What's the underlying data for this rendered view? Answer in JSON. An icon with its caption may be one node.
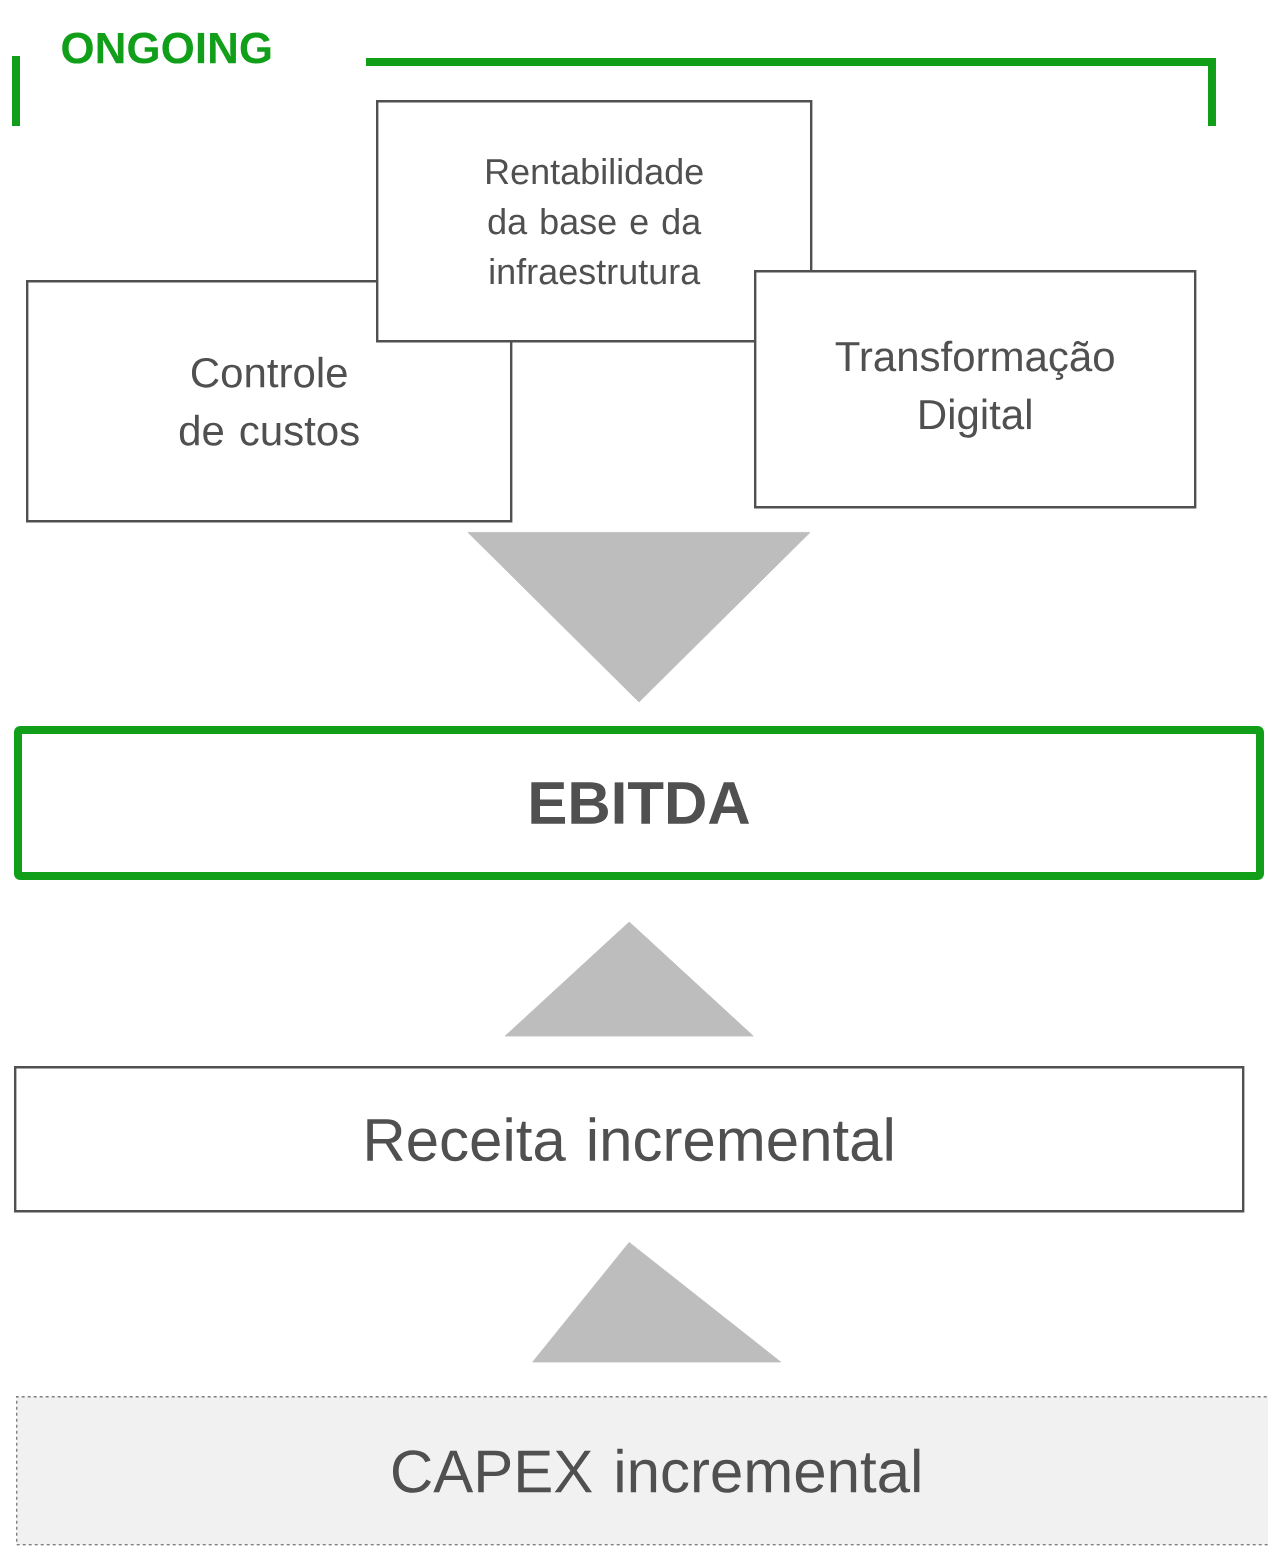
{
  "diagram": {
    "nodes": [
      {
        "text": [
          "Rentabilidade da base e da infraestrutura"
        ]
      },
      {
        "text": [
          "Controle de custos"
        ]
      },
      {
        "text": [
          "Transformação Digital"
        ]
      },
      {
        "text": [
          "EBITDA"
        ]
      },
      {
        "text": [
          "Receita incremental"
        ]
      },
      {
        "text": [
          "CAPEX incremental"
        ]
      }
    ],
    "edges": [
      {
        "from": 0,
        "to": 3,
        "arrow": "to"
      },
      {
        "from": 4,
        "to": 3,
        "arrow": "to"
      },
      {
        "from": 5,
        "to": 4,
        "arrow": "to"
      }
    ],
    "labels": [
      "ONGOING"
    ]
  }
}
